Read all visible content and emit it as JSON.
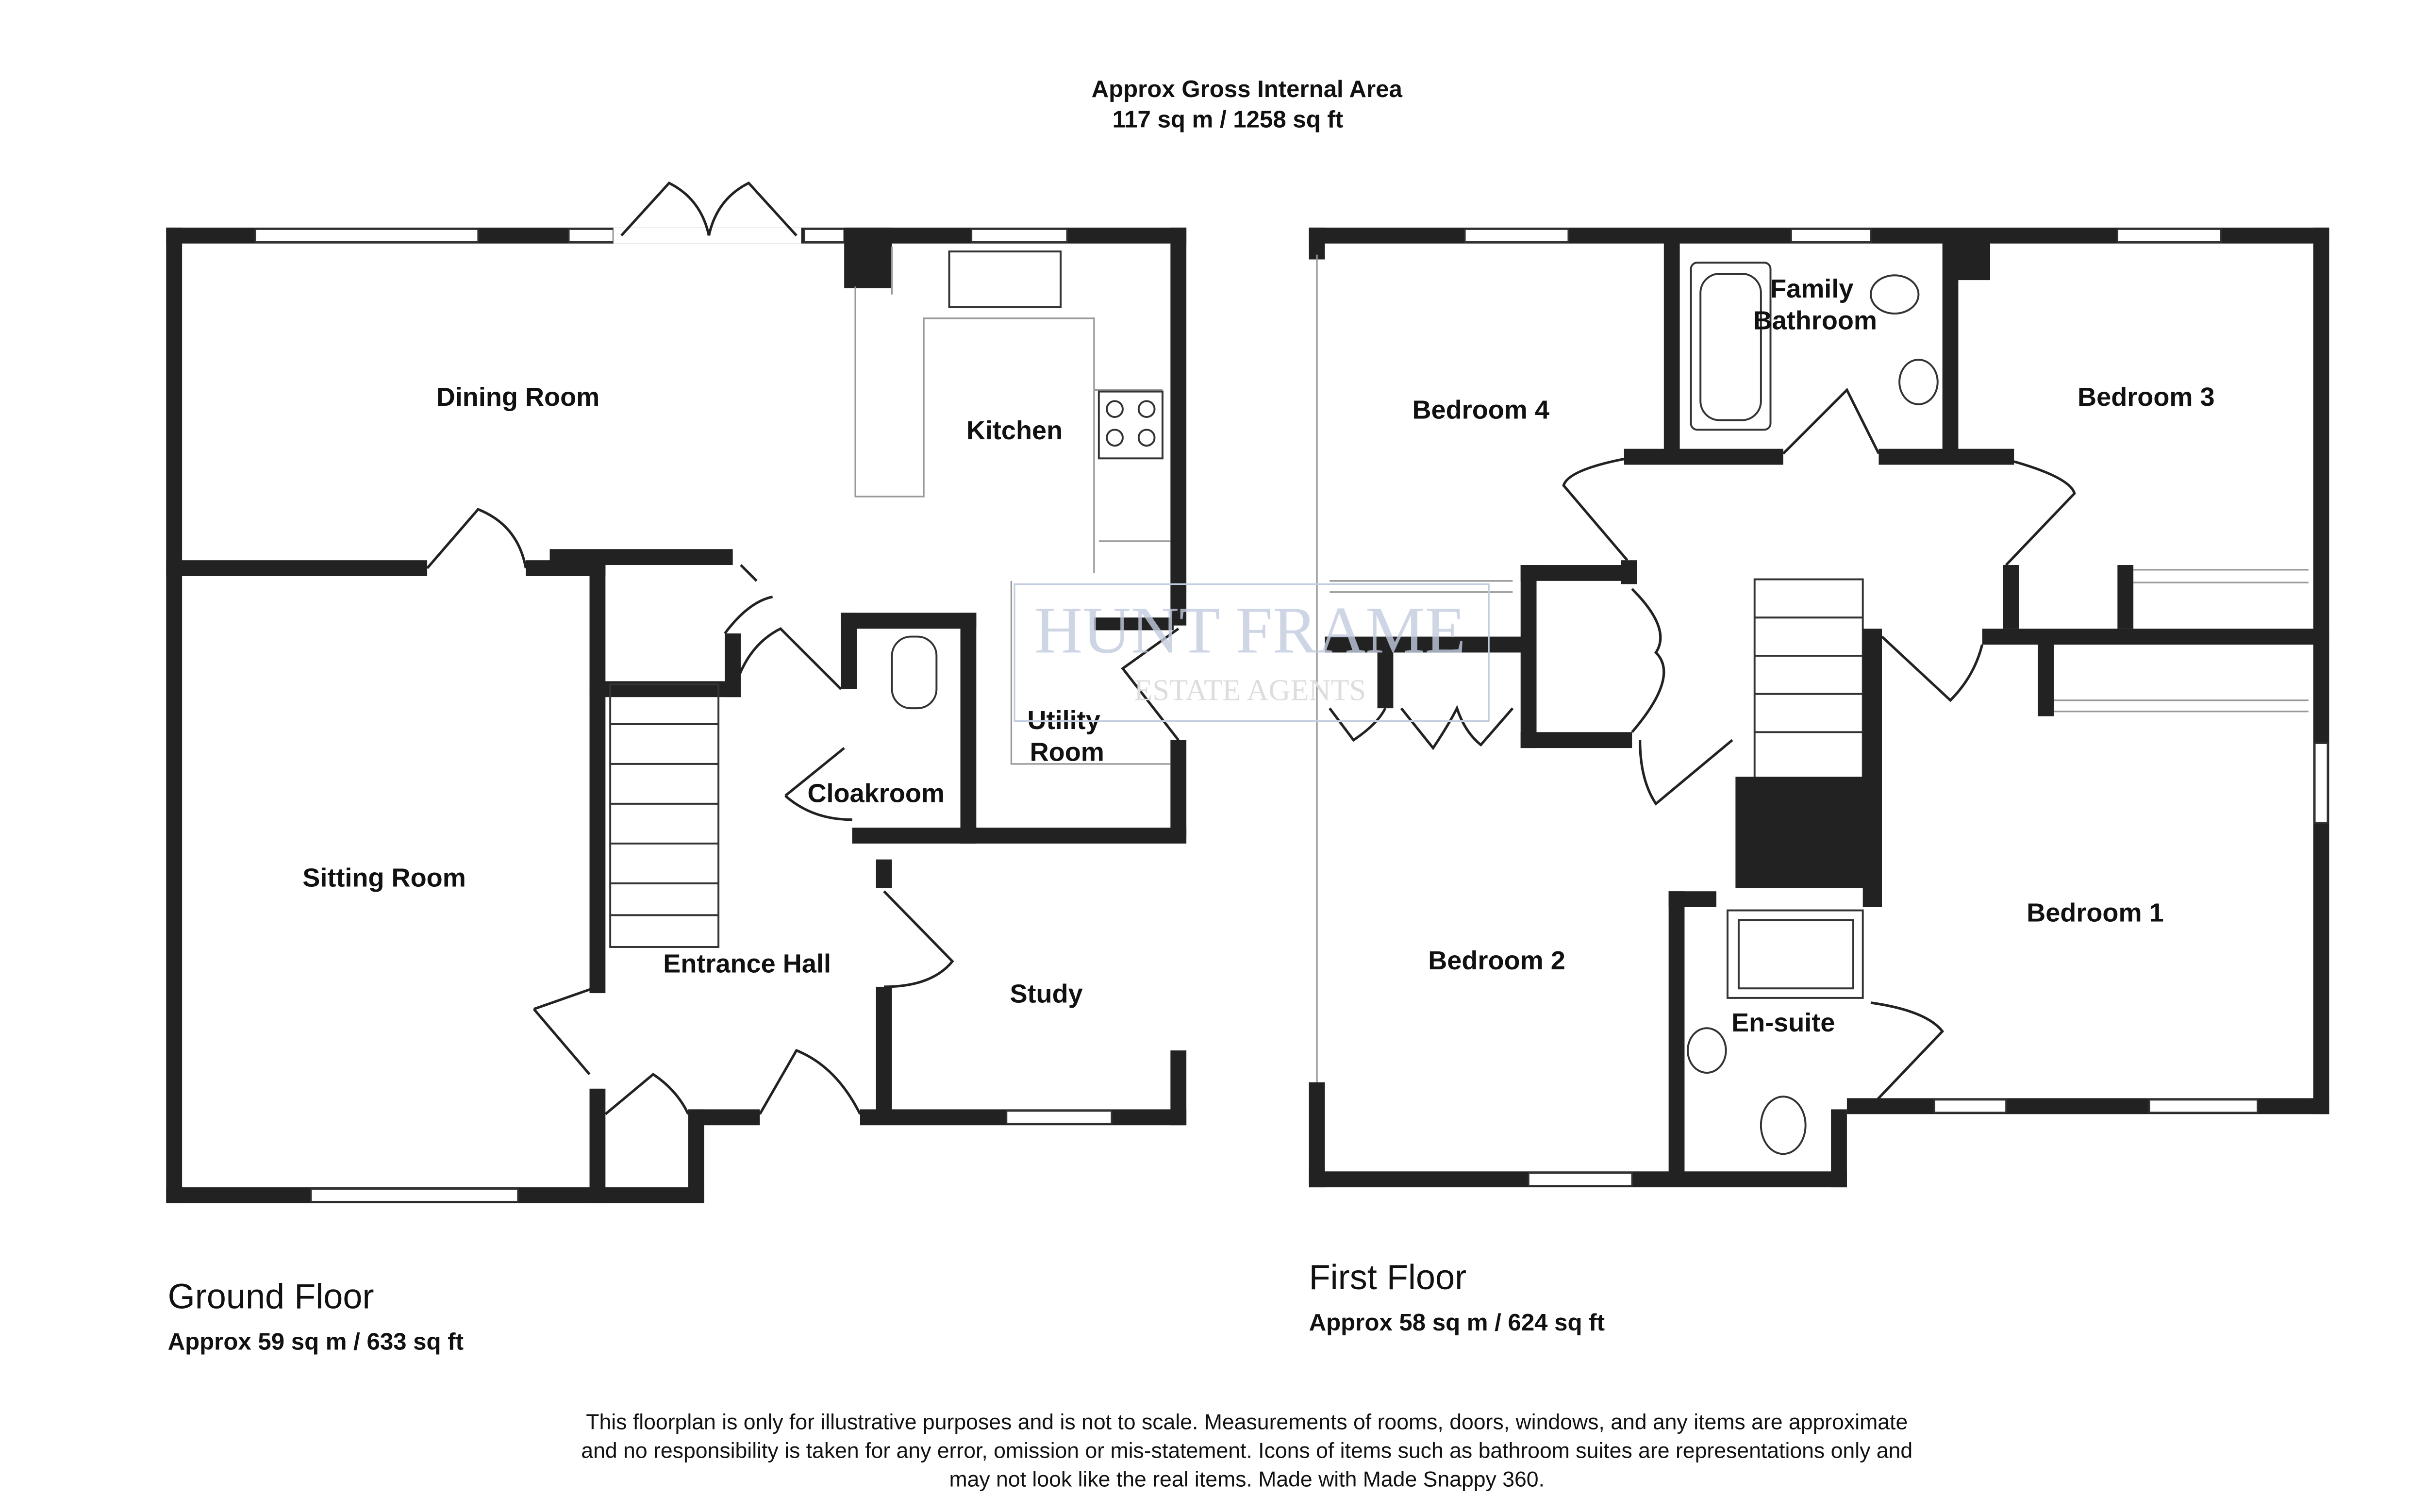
{
  "header": {
    "title": "Approx Gross Internal Area",
    "total_area": "117 sq m / 1258 sq ft"
  },
  "ground_floor": {
    "title": "Ground Floor",
    "area": "Approx 59 sq m / 633 sq ft",
    "rooms": {
      "dining_room": "Dining Room",
      "kitchen": "Kitchen",
      "sitting_room": "Sitting Room",
      "entrance_hall": "Entrance Hall",
      "cloakroom": "Cloakroom",
      "utility_line1": "Utility",
      "utility_line2": "Room",
      "study": "Study"
    }
  },
  "first_floor": {
    "title": "First Floor",
    "area": "Approx 58 sq m / 624 sq ft",
    "rooms": {
      "bedroom4": "Bedroom 4",
      "bathroom_line1": "Family",
      "bathroom_line2": "Bathroom",
      "bedroom3": "Bedroom 3",
      "bedroom2": "Bedroom 2",
      "bedroom1": "Bedroom 1",
      "ensuite": "En-suite"
    }
  },
  "watermark": {
    "name": "HUNT FRAME",
    "tagline": "ESTATE AGENTS"
  },
  "disclaimer": {
    "line1": "This floorplan is only for illustrative purposes and is not to scale. Measurements of rooms, doors, windows, and any items are approximate",
    "line2": "and no responsibility is taken for any error, omission or mis-statement. Icons of items such as bathroom suites are representations only and",
    "line3": "may not look like the real items. Made with Made Snappy 360."
  },
  "colors": {
    "wall": "#222222",
    "watermark": "#c3cde0"
  }
}
